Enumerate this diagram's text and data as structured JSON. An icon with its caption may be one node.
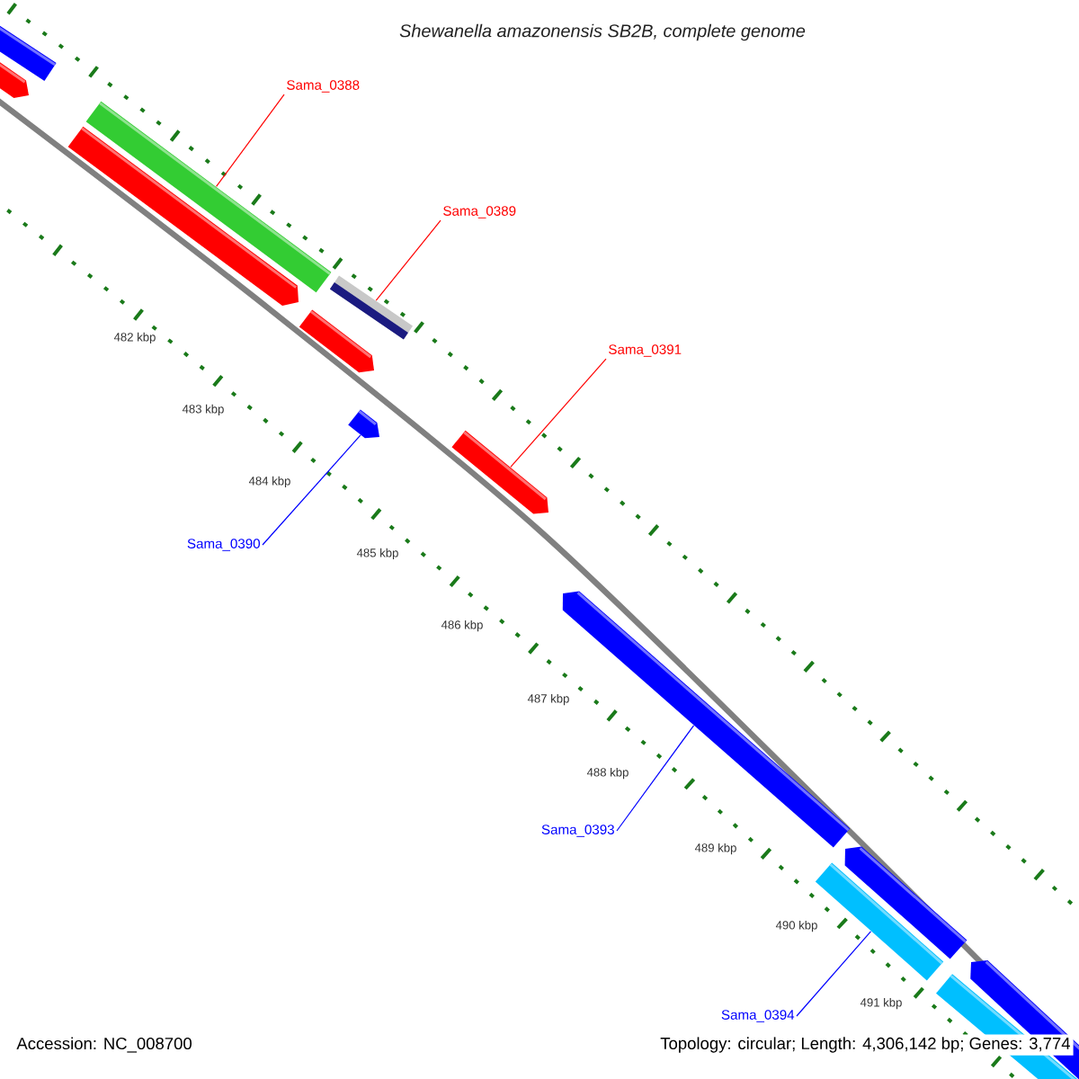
{
  "diagram": {
    "title": "Shewanella amazonensis SB2B, complete genome",
    "nodes": [
      {
        "text": [
          "Sama_0388"
        ]
      },
      {
        "text": [],
        "shape": "bar"
      },
      {
        "text": [
          "Sama_0389"
        ]
      },
      {
        "text": [],
        "shape": "bar"
      },
      {
        "text": [
          "Sama_0391"
        ]
      },
      {
        "text": [],
        "shape": "bar"
      },
      {
        "text": [],
        "shape": "bar"
      },
      {
        "text": [
          "Sama_0390"
        ]
      },
      {
        "text": [],
        "shape": "bar"
      },
      {
        "text": [
          "Sama_0393"
        ]
      },
      {
        "text": [],
        "shape": "bar"
      },
      {
        "text": [
          "Sama_0394"
        ]
      }
    ],
    "edges": [
      {
        "from": 0,
        "to": 1,
        "arrow": "none",
        "color": "#ff0000"
      },
      {
        "from": 2,
        "to": 3,
        "arrow": "none",
        "color": "#ff0000"
      },
      {
        "from": 4,
        "to": 5,
        "arrow": "none",
        "color": "#ff0000"
      },
      {
        "from": 7,
        "to": 6,
        "arrow": "none",
        "color": "#0000ff"
      },
      {
        "from": 9,
        "to": 8,
        "arrow": "none",
        "color": "#0000ff"
      },
      {
        "from": 11,
        "to": 10,
        "arrow": "none",
        "color": "#0000ff"
      }
    ],
    "labels": [
      "482 kbp",
      "483 kbp",
      "484 kbp",
      "485 kbp",
      "486 kbp",
      "487 kbp",
      "488 kbp",
      "489 kbp",
      "490 kbp",
      "491 kbp",
      "Accession: NC_008700",
      "Topology: circular; Length: 4,306,142 bp; Genes: 3,774"
    ]
  }
}
